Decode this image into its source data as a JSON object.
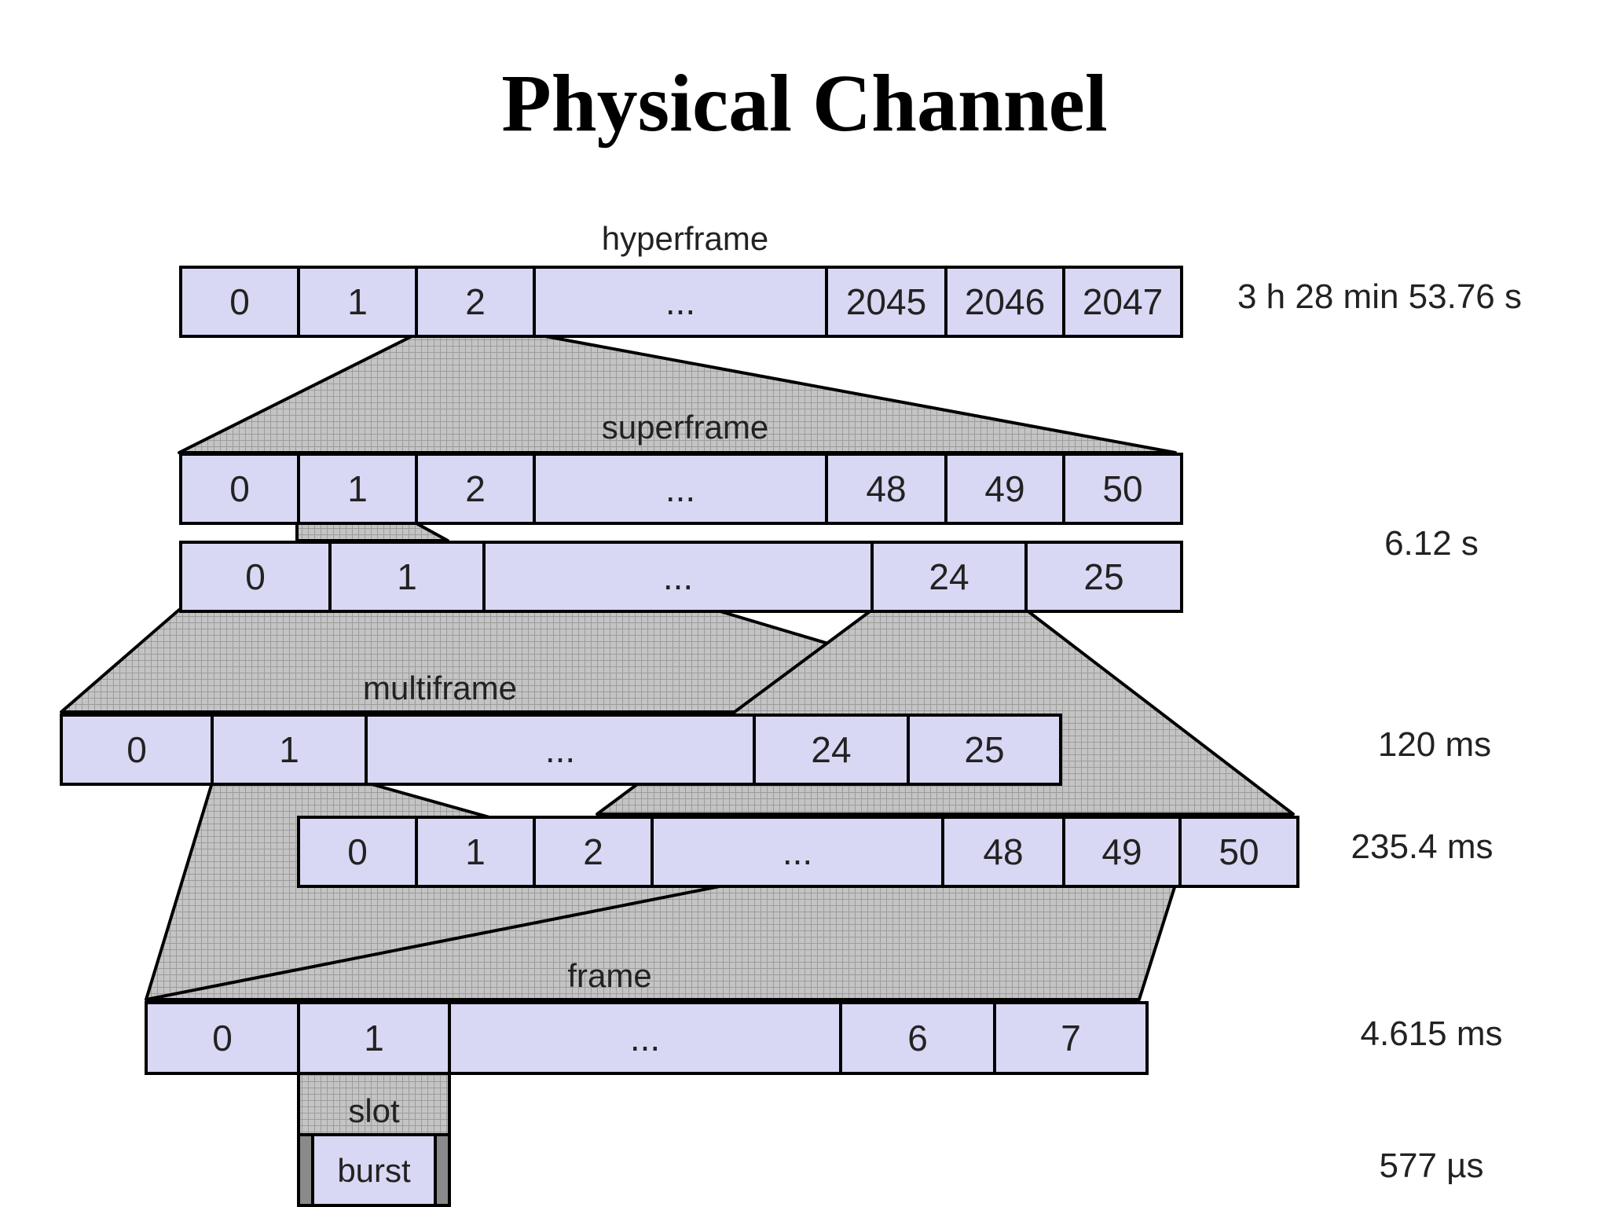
{
  "title": "Physical Channel",
  "colors": {
    "cell_fill": "#d8d8f4",
    "pattern_fill": "#bdbdbd",
    "border": "#000000"
  },
  "labels": {
    "hyperframe": "hyperframe",
    "superframe": "superframe",
    "multiframe": "multiframe",
    "frame": "frame",
    "slot": "slot",
    "burst": "burst"
  },
  "rows": {
    "hyperframe": [
      "0",
      "1",
      "2",
      "...",
      "2045",
      "2046",
      "2047"
    ],
    "superframe_51": [
      "0",
      "1",
      "2",
      "...",
      "48",
      "49",
      "50"
    ],
    "superframe_26": [
      "0",
      "1",
      "...",
      "24",
      "25"
    ],
    "multiframe_26": [
      "0",
      "1",
      "...",
      "24",
      "25"
    ],
    "multiframe_51": [
      "0",
      "1",
      "2",
      "...",
      "48",
      "49",
      "50"
    ],
    "frame": [
      "0",
      "1",
      "...",
      "6",
      "7"
    ]
  },
  "durations": {
    "hyperframe": "3 h 28 min 53.76 s",
    "superframe": "6.12 s",
    "multiframe_26": "120 ms",
    "multiframe_51": "235.4 ms",
    "frame": "4.615 ms",
    "slot": "577 µs"
  }
}
